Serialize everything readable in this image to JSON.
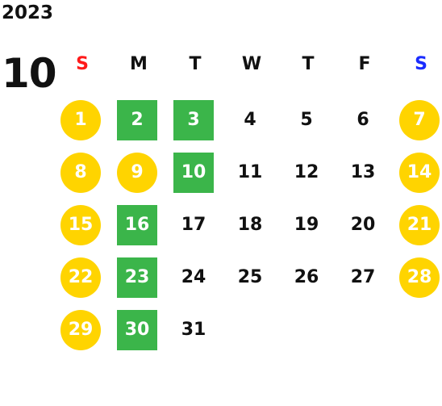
{
  "calendar": {
    "year": "2023",
    "month": "10",
    "weekdays": [
      {
        "label": "S",
        "color": "#ff1a1a"
      },
      {
        "label": "M",
        "color": "#111111"
      },
      {
        "label": "T",
        "color": "#111111"
      },
      {
        "label": "W",
        "color": "#111111"
      },
      {
        "label": "T",
        "color": "#111111"
      },
      {
        "label": "F",
        "color": "#111111"
      },
      {
        "label": "S",
        "color": "#1a2cff"
      }
    ],
    "days": [
      {
        "label": "1",
        "status": "yellow"
      },
      {
        "label": "2",
        "status": "green"
      },
      {
        "label": "3",
        "status": "green"
      },
      {
        "label": "4",
        "status": "plain"
      },
      {
        "label": "5",
        "status": "plain"
      },
      {
        "label": "6",
        "status": "plain"
      },
      {
        "label": "7",
        "status": "yellow"
      },
      {
        "label": "8",
        "status": "yellow"
      },
      {
        "label": "9",
        "status": "yellow"
      },
      {
        "label": "10",
        "status": "green"
      },
      {
        "label": "11",
        "status": "plain"
      },
      {
        "label": "12",
        "status": "plain"
      },
      {
        "label": "13",
        "status": "plain"
      },
      {
        "label": "14",
        "status": "yellow"
      },
      {
        "label": "15",
        "status": "yellow"
      },
      {
        "label": "16",
        "status": "green"
      },
      {
        "label": "17",
        "status": "plain"
      },
      {
        "label": "18",
        "status": "plain"
      },
      {
        "label": "19",
        "status": "plain"
      },
      {
        "label": "20",
        "status": "plain"
      },
      {
        "label": "21",
        "status": "yellow"
      },
      {
        "label": "22",
        "status": "yellow"
      },
      {
        "label": "23",
        "status": "green"
      },
      {
        "label": "24",
        "status": "plain"
      },
      {
        "label": "25",
        "status": "plain"
      },
      {
        "label": "26",
        "status": "plain"
      },
      {
        "label": "27",
        "status": "plain"
      },
      {
        "label": "28",
        "status": "yellow"
      },
      {
        "label": "29",
        "status": "yellow"
      },
      {
        "label": "30",
        "status": "green"
      },
      {
        "label": "31",
        "status": "plain"
      }
    ]
  },
  "colors": {
    "green": "#3bb54a",
    "yellow": "#ffd400",
    "text": "#111111"
  }
}
